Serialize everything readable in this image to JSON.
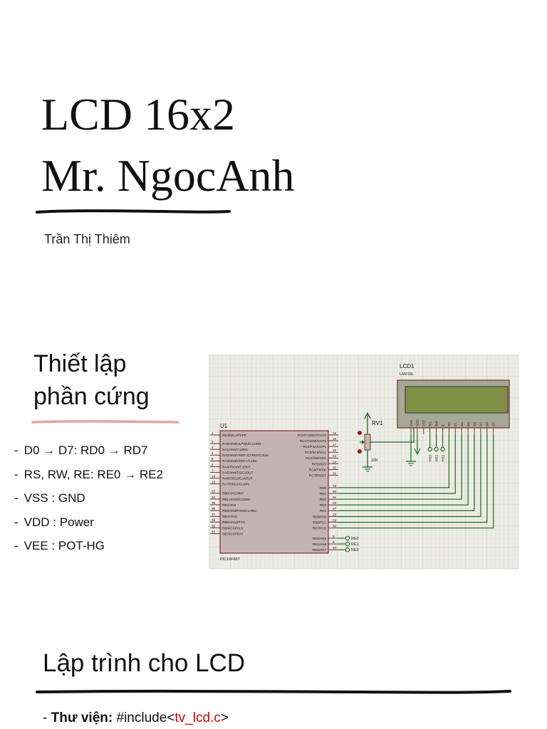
{
  "title": {
    "line1": "LCD 16x2",
    "line2": "Mr. NgocAnh"
  },
  "author": "Trần Thị Thiêm",
  "section1": {
    "heading_line1": "Thiết lập",
    "heading_line2": "phần cứng",
    "bullets": [
      "D0 → D7: RD0 → RD7",
      "RS, RW, RE: RE0 → RE2",
      "VSS : GND",
      "VDD : Power",
      "VEE : POT-HG"
    ]
  },
  "schematic": {
    "lcd": {
      "ref": "LCD1",
      "part": "LM016L",
      "pins": [
        "VSS",
        "VDD",
        "VEE",
        "RS",
        "RW",
        "E",
        "D0",
        "D1",
        "D2",
        "D3",
        "D4",
        "D5",
        "D6",
        "D7"
      ]
    },
    "pot": {
      "ref": "RV1",
      "value": "10K"
    },
    "mcu": {
      "ref": "U1",
      "part": "PIC16F887",
      "left_pins": [
        {
          "num": "1",
          "name": "RE3/MCLR/VPP"
        },
        {
          "num": "2",
          "name": "RA0/AN0/ULPWU/C12IN0-"
        },
        {
          "num": "3",
          "name": "RA1/AN1/C12IN1-"
        },
        {
          "num": "4",
          "name": "RA2/AN2/VREF-/CVREF/C2IN+"
        },
        {
          "num": "5",
          "name": "RA3/AN3/VREF+/C1IN+"
        },
        {
          "num": "6",
          "name": "RA4/T0CKI/C1OUT"
        },
        {
          "num": "7",
          "name": "RA5/AN4/SS/C2OUT"
        },
        {
          "num": "14",
          "name": "RA6/OSC2/CLKOUT"
        },
        {
          "num": "13",
          "name": "RA7/OSC1/CLKIN"
        },
        {
          "num": "33",
          "name": "RB0/AN12/INT"
        },
        {
          "num": "34",
          "name": "RB1/AN10/C12IN3-"
        },
        {
          "num": "35",
          "name": "RB2/AN8"
        },
        {
          "num": "36",
          "name": "RB3/AN9/PGM/C12IN2-"
        },
        {
          "num": "37",
          "name": "RB4/AN11"
        },
        {
          "num": "38",
          "name": "RB5/AN13/T1G"
        },
        {
          "num": "39",
          "name": "RB6/ICSPCLK"
        },
        {
          "num": "40",
          "name": "RB7/ICSPDAT"
        }
      ],
      "right_top": [
        {
          "num": "15",
          "name": "RC0/T1OSO/T1CKI"
        },
        {
          "num": "16",
          "name": "RC1/T1OSI/CCP2"
        },
        {
          "num": "17",
          "name": "RC2/P1A/CCP1"
        },
        {
          "num": "18",
          "name": "RC3/SCK/SCL"
        },
        {
          "num": "23",
          "name": "RC4/SDI/SDA"
        },
        {
          "num": "24",
          "name": "RC5/SDO"
        },
        {
          "num": "25",
          "name": "RC6/TX/CK"
        },
        {
          "num": "26",
          "name": "RC7/RX/DT"
        }
      ],
      "right_d": [
        {
          "num": "19",
          "name": "RD0"
        },
        {
          "num": "20",
          "name": "RD1"
        },
        {
          "num": "21",
          "name": "RD2"
        },
        {
          "num": "22",
          "name": "RD3"
        },
        {
          "num": "27",
          "name": "RD4"
        },
        {
          "num": "28",
          "name": "RD5/P1B"
        },
        {
          "num": "29",
          "name": "RD6/P1C"
        },
        {
          "num": "30",
          "name": "RD7/P1D"
        }
      ],
      "right_e": [
        {
          "num": "8",
          "name": "RE0/AN5",
          "net": "RE0"
        },
        {
          "num": "9",
          "name": "RE1/AN6",
          "net": "RE1"
        },
        {
          "num": "10",
          "name": "RE2/AN7",
          "net": "RE2"
        }
      ]
    }
  },
  "section2": {
    "heading": "Lập trình cho LCD",
    "lib_label": "Thư viện:",
    "lib_prefix": "#include<",
    "lib_file": "tv_lcd.c",
    "lib_suffix": ">"
  }
}
